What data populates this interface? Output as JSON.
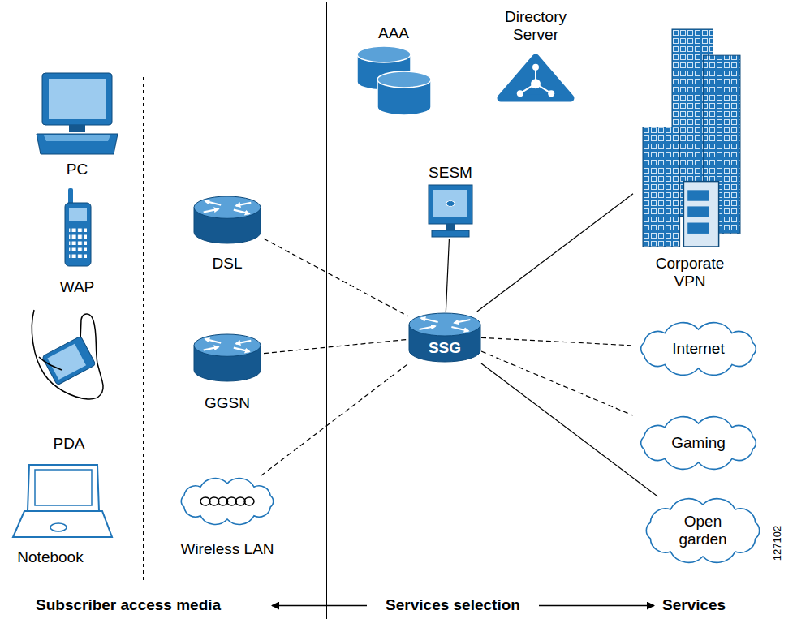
{
  "diagram": {
    "nodes": [
      {
        "text": [
          "DSL"
        ]
      },
      {
        "text": [
          "GGSN"
        ]
      },
      {
        "text": [
          "Wireless LAN"
        ]
      },
      {
        "text": [
          "AAA"
        ]
      },
      {
        "text": [
          "Directory Server"
        ]
      },
      {
        "text": [
          "SESM"
        ]
      },
      {
        "text": [
          "SSG"
        ]
      },
      {
        "text": [
          "Corporate VPN"
        ]
      },
      {
        "text": [
          "Internet"
        ]
      },
      {
        "text": [
          "Gaming"
        ]
      },
      {
        "text": [
          "Open garden"
        ]
      }
    ],
    "edges": [
      {
        "from": 0,
        "to": 6,
        "arrow": "none"
      },
      {
        "from": 1,
        "to": 6,
        "arrow": "none"
      },
      {
        "from": 2,
        "to": 6,
        "arrow": "none"
      },
      {
        "from": 5,
        "to": 6,
        "arrow": "none"
      },
      {
        "from": 6,
        "to": 7,
        "arrow": "none"
      },
      {
        "from": 6,
        "to": 8,
        "arrow": "none"
      },
      {
        "from": 6,
        "to": 9,
        "arrow": "none"
      },
      {
        "from": 6,
        "to": 10,
        "arrow": "none"
      }
    ],
    "labels": [
      "PC",
      "WAP",
      "PDA",
      "Notebook",
      "Subscriber access media",
      "Services selection",
      "Services",
      "127102"
    ]
  }
}
